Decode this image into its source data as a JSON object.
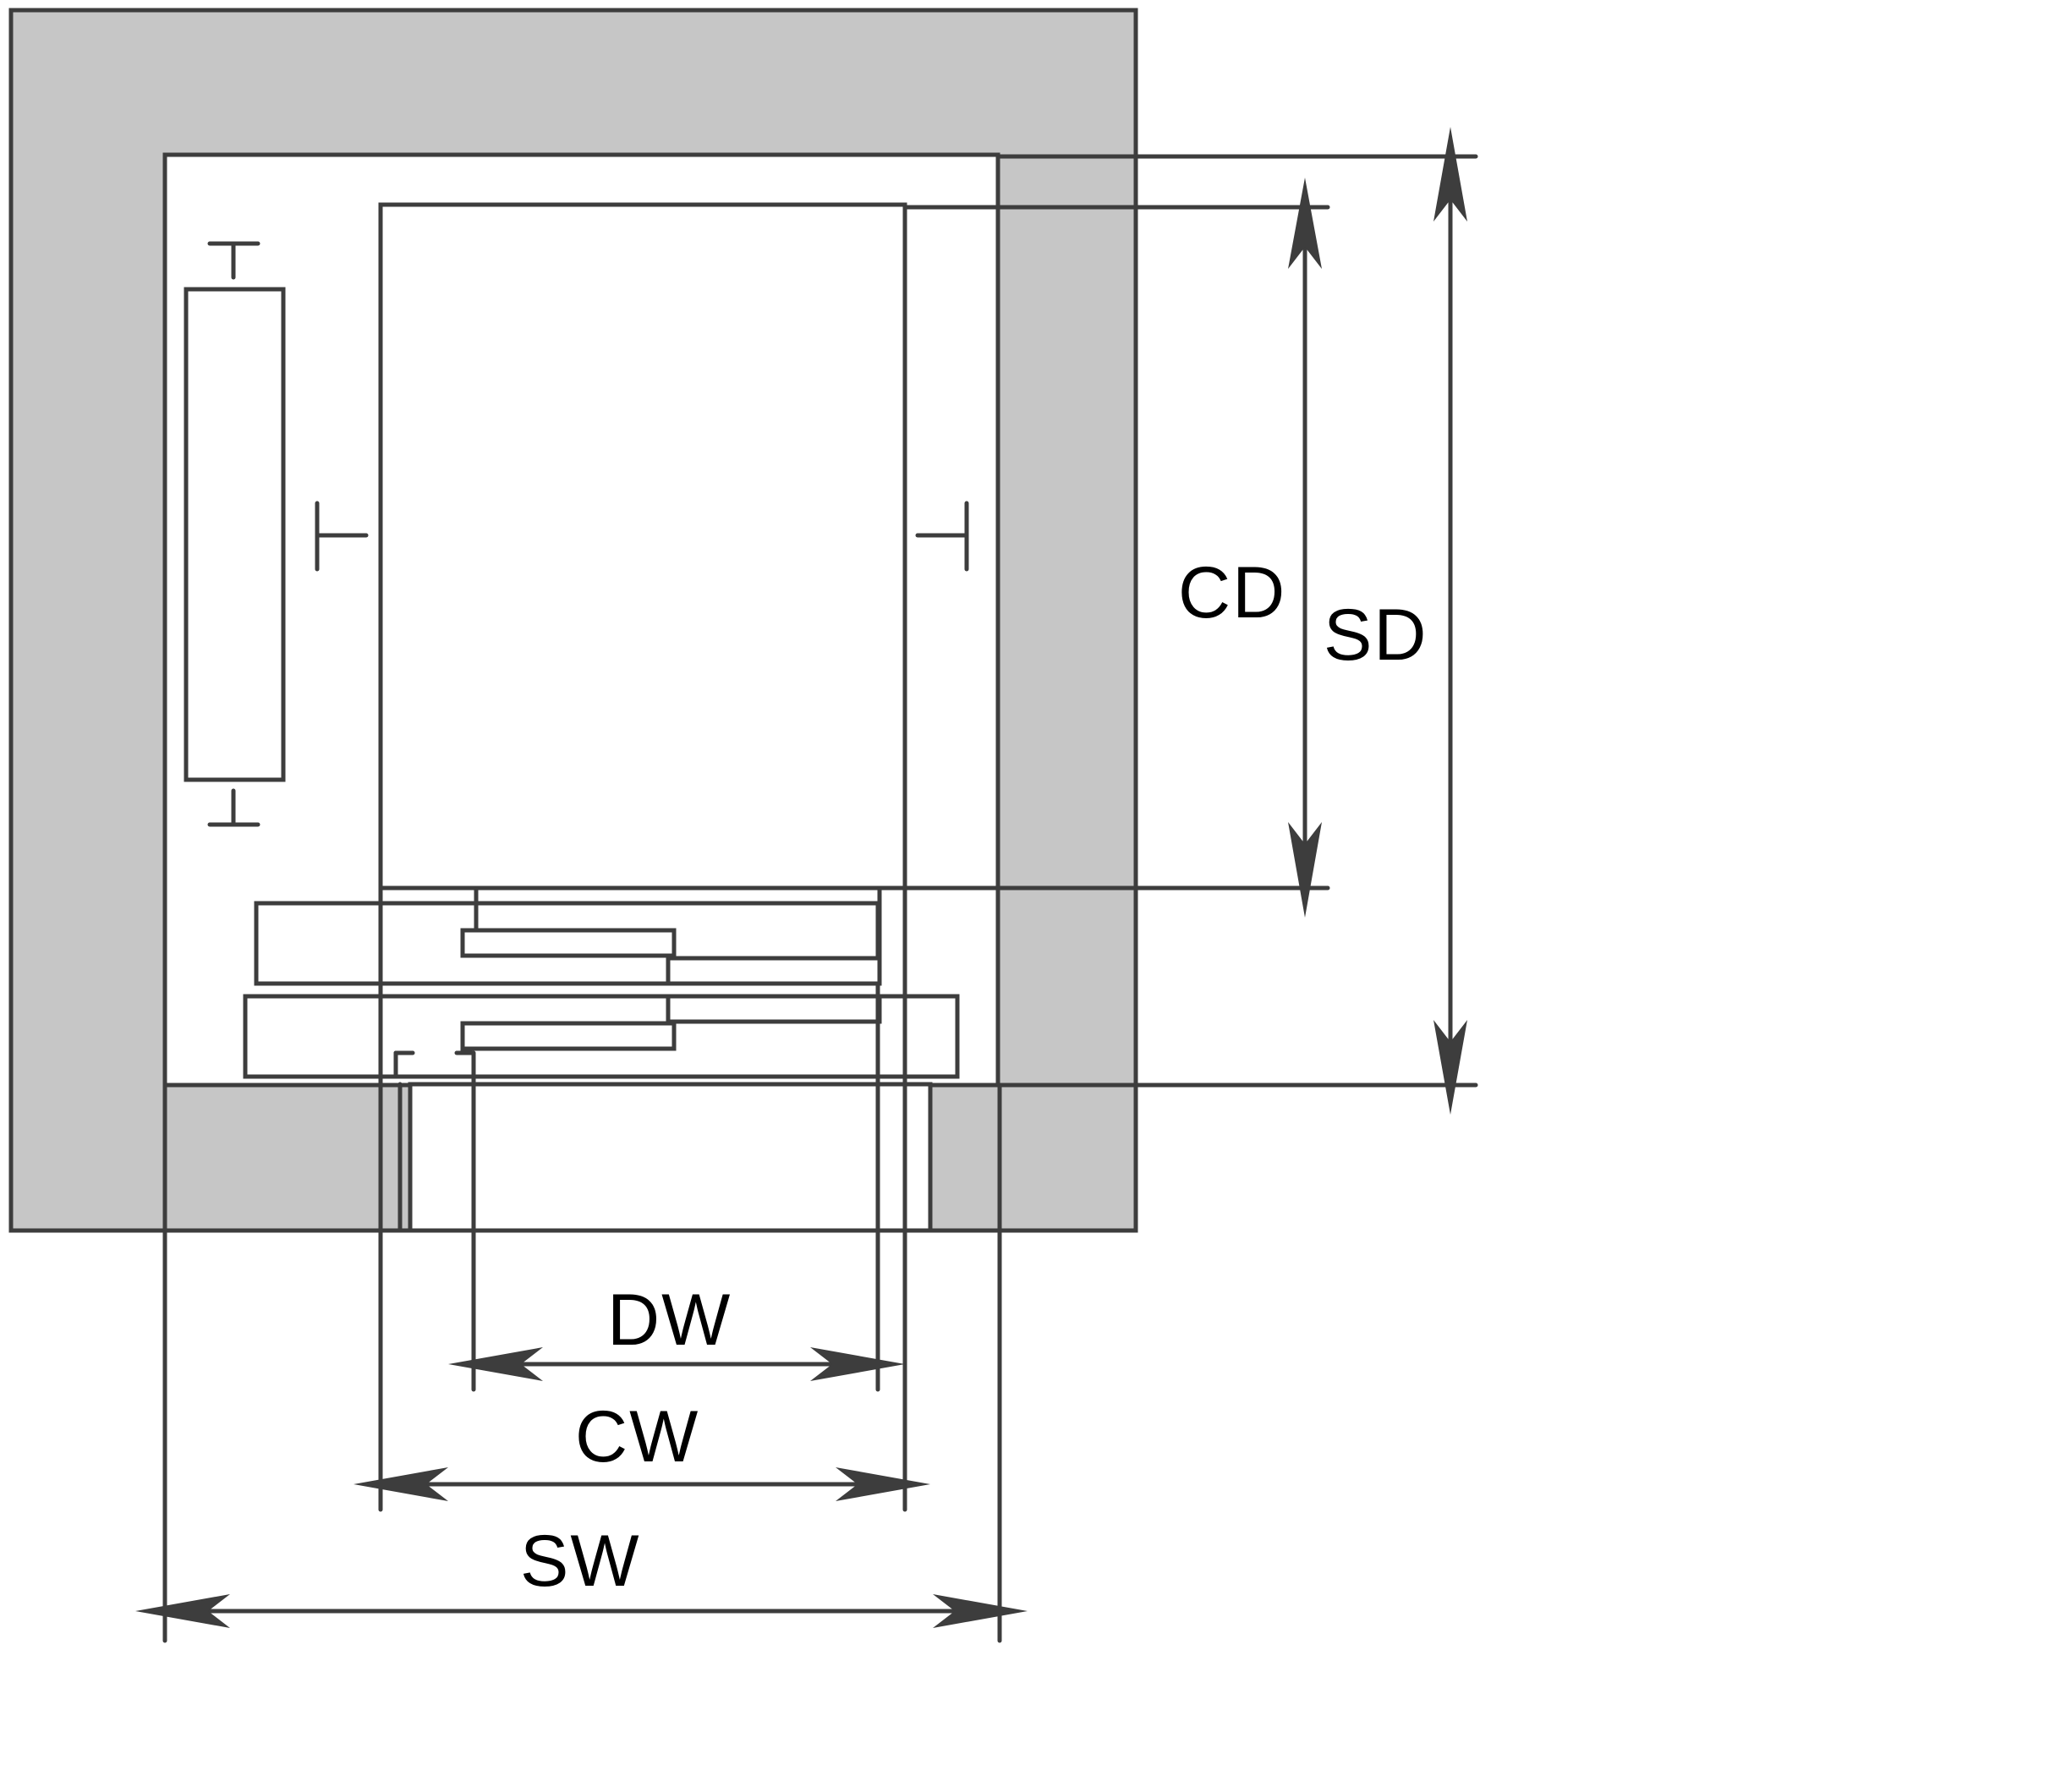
{
  "labels": {
    "cd": "CD",
    "sd": "SD",
    "dw": "DW",
    "cw": "CW",
    "sw": "SW"
  },
  "colors": {
    "wall_fill": "#c6c6c6",
    "line": "#3d3d3d",
    "text": "#000000"
  }
}
